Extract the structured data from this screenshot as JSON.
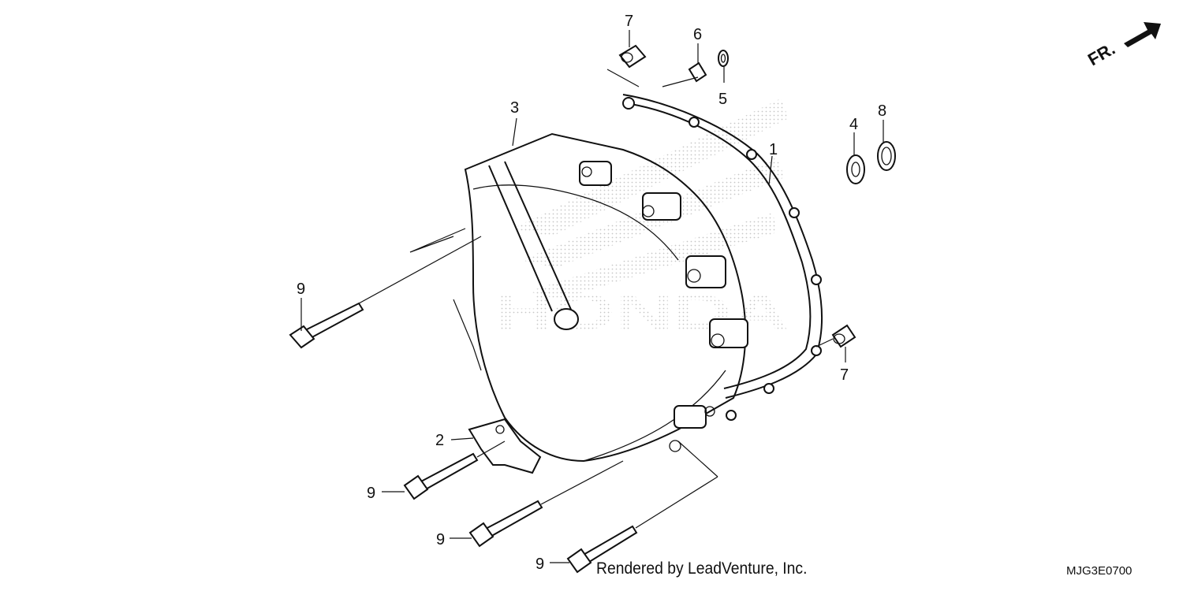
{
  "diagram": {
    "callouts": [
      {
        "id": "c1",
        "text": "1",
        "part": "cover-gasket"
      },
      {
        "id": "c2",
        "text": "2",
        "part": "guide-bracket"
      },
      {
        "id": "c3",
        "text": "3",
        "part": "clutch-cover"
      },
      {
        "id": "c4",
        "text": "4",
        "part": "bearing"
      },
      {
        "id": "c5",
        "text": "5",
        "part": "washer"
      },
      {
        "id": "c6",
        "text": "6",
        "part": "dowel-pin"
      },
      {
        "id": "c7a",
        "text": "7",
        "part": "collar-top"
      },
      {
        "id": "c7b",
        "text": "7",
        "part": "collar-right"
      },
      {
        "id": "c8",
        "text": "8",
        "part": "oil-seal"
      },
      {
        "id": "c9a",
        "text": "9",
        "part": "bolt-left"
      },
      {
        "id": "c9b",
        "text": "9",
        "part": "bolt-bracket"
      },
      {
        "id": "c9c",
        "text": "9",
        "part": "bolt-bottom-middle"
      },
      {
        "id": "c9d",
        "text": "9",
        "part": "bolt-bottom"
      }
    ],
    "direction_label": "FR.",
    "watermark": "HONDA"
  },
  "footer": {
    "credit": "Rendered by LeadVenture, Inc.",
    "diagram_code": "MJG3E0700"
  }
}
